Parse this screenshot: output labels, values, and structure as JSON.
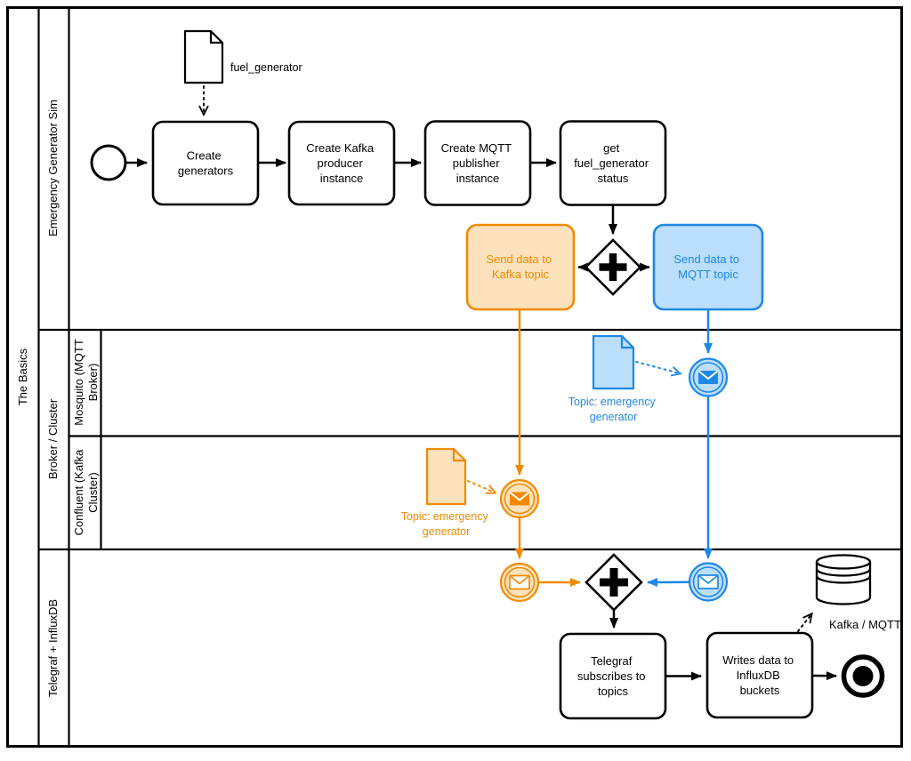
{
  "pool": {
    "label": "The Basics"
  },
  "lanes": {
    "emergency": {
      "label": "Emergency Generator Sim"
    },
    "broker": {
      "label": "Broker / Cluster"
    },
    "mosquito": {
      "lines": [
        "Mosquito (MQTT",
        "Broker)"
      ]
    },
    "confluent": {
      "lines": [
        "Confluent (Kafka",
        "Cluster)"
      ]
    },
    "telegraf": {
      "label": "Telegraf + InfluxDB"
    }
  },
  "tasks": {
    "create_generators": {
      "lines": [
        "Create",
        "generators"
      ]
    },
    "create_kafka_producer": {
      "lines": [
        "Create Kafka",
        "producer",
        "instance"
      ]
    },
    "create_mqtt_publisher": {
      "lines": [
        "Create MQTT",
        "publisher",
        "instance"
      ]
    },
    "get_fuel_generator_status": {
      "lines": [
        "get",
        "fuel_generator",
        "status"
      ]
    },
    "send_data_kafka": {
      "lines": [
        "Send data to",
        "Kafka topic"
      ]
    },
    "send_data_mqtt": {
      "lines": [
        "Send data to",
        "MQTT topic"
      ]
    },
    "telegraf_subscribes": {
      "lines": [
        "Telegraf",
        "subscribes to",
        "topics"
      ]
    },
    "writes_influxdb": {
      "lines": [
        "Writes data to",
        "InfluxDB",
        "buckets"
      ]
    }
  },
  "data_objects": {
    "fuel_generator": {
      "label": "fuel_generator"
    },
    "mqtt_topic": {
      "lines": [
        "Topic: emergency",
        "generator"
      ]
    },
    "kafka_topic": {
      "lines": [
        "Topic: emergency",
        "generator"
      ]
    }
  },
  "data_store": {
    "label": "Kafka / MQTT"
  },
  "colors": {
    "orange_stroke": "#F18A00",
    "orange_fill": "#FBE2BD",
    "blue_stroke": "#1E88E5",
    "blue_fill": "#BBDEFB",
    "line": "#000000",
    "background": "#FFFFFF"
  }
}
